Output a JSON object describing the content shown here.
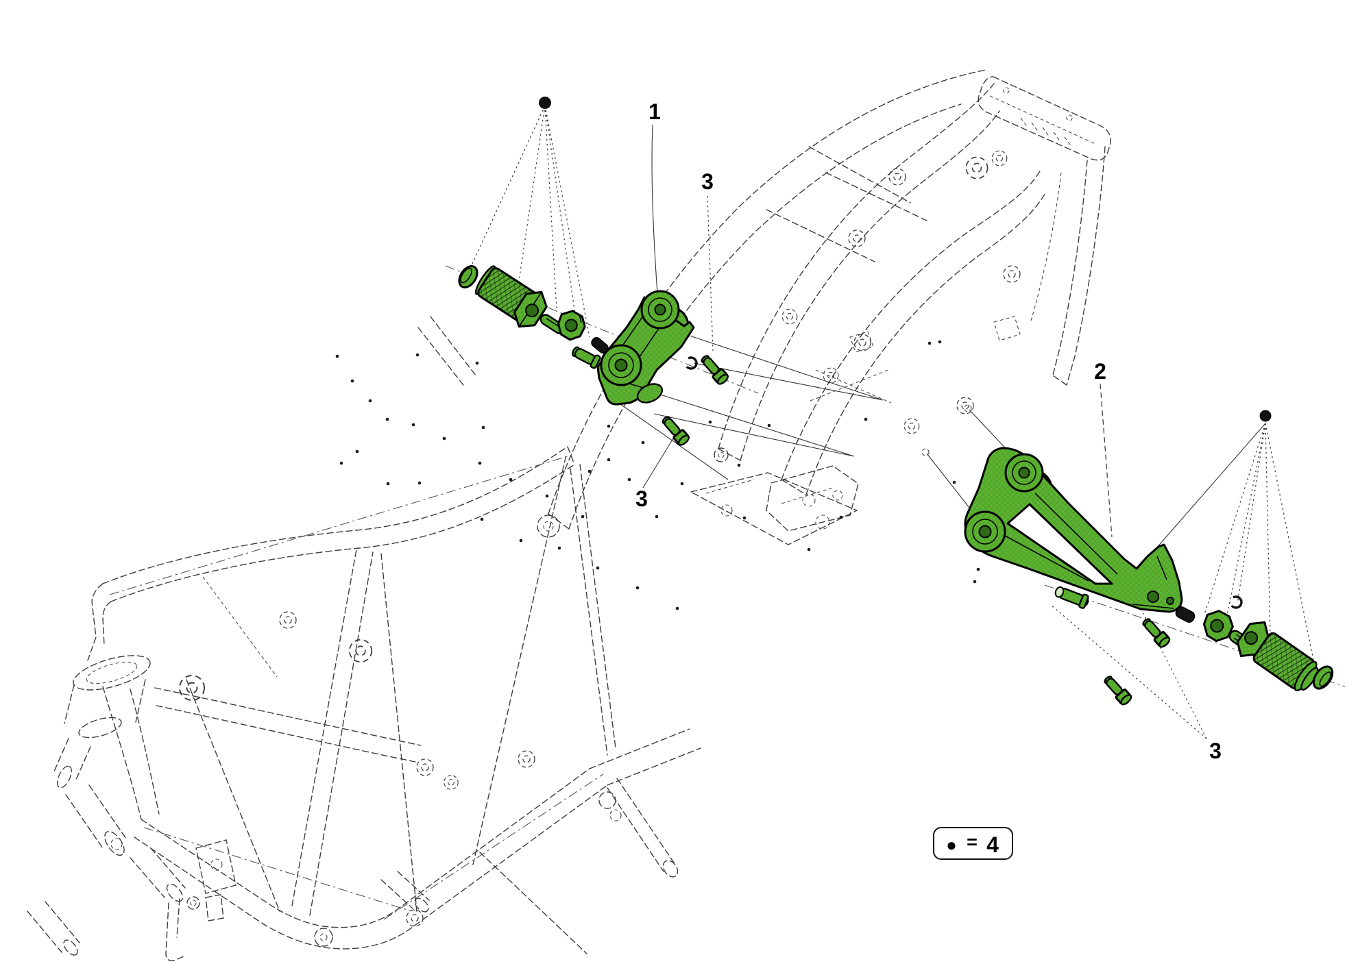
{
  "diagram": {
    "type": "exploded-parts-diagram",
    "subject": "motorcycle footpeg brackets on frame",
    "highlight_color": "#5CB232",
    "wireframe_color": "#3D3D3D",
    "callouts": {
      "one": "1",
      "two": "2",
      "three_top": "3",
      "three_front": "3",
      "three_rear": "3"
    },
    "legend": {
      "bullet": "●",
      "equals_sign": "=",
      "quantity": "4"
    }
  }
}
